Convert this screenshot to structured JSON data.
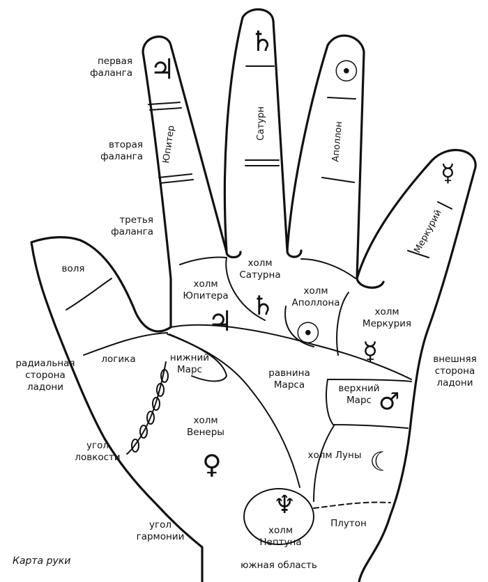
{
  "caption": "Карта руки",
  "outside_labels": {
    "first_phalanx": "первая\nфаланга",
    "second_phalanx": "вторая\nфаланга",
    "third_phalanx": "третья\nфаланга",
    "radial_side": "радиальная\nсторона\nладони",
    "dexterity_angle": "угол\nловкости",
    "harmony_angle": "угол\nгармонии",
    "outer_side": "внешняя\nсторона\nладони",
    "south_region": "южная область"
  },
  "regions": {
    "will": "воля",
    "logic": "логика",
    "mount_jupiter": "холм\nЮпитера",
    "mount_saturn": "холм\nСатурна",
    "mount_apollo": "холм\nАполлона",
    "mount_mercury": "холм\nМеркурия",
    "lower_mars": "нижний\nМарс",
    "plain_mars": "равнина\nМарса",
    "upper_mars": "верхний\nМарс",
    "mount_venus": "холм\nВенеры",
    "mount_moon": "холм Луны",
    "mount_neptune": "холм\nНептуна",
    "pluto": "Плутон"
  },
  "fingers": {
    "jupiter": "Юпитер",
    "saturn": "Сатурн",
    "apollo": "Аполлон",
    "mercury": "Меркурий"
  },
  "symbols": {
    "jupiter": "♃",
    "saturn": "♄",
    "sun": "☉",
    "mercury": "☿",
    "mars": "♂",
    "venus": "♀",
    "moon": "☾",
    "neptune": "♆"
  }
}
